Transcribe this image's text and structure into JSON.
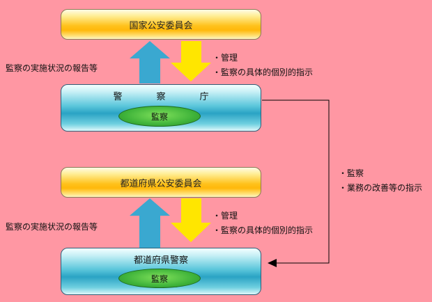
{
  "nodes": {
    "national_commission": "国家公安委員会",
    "npa": "警　察　庁",
    "npa_audit": "監察",
    "prefectural_commission": "都道府県公安委員会",
    "prefectural_police": "都道府県警察",
    "prefectural_audit": "監察"
  },
  "labels": {
    "report_upper": "監察の実施状況の報告等",
    "report_lower": "監察の実施状況の報告等",
    "mgmt_upper_1": "・管理",
    "mgmt_upper_2": "・監察の具体的個別的指示",
    "mgmt_lower_1": "・管理",
    "mgmt_lower_2": "・監察の具体的個別的指示",
    "side_1": "・監察",
    "side_2": "・業務の改善等の指示"
  },
  "colors": {
    "background": "#ff97a3",
    "up_arrow": "#3aa8d0",
    "down_arrow": "#ffe600",
    "connector": "#000000"
  }
}
